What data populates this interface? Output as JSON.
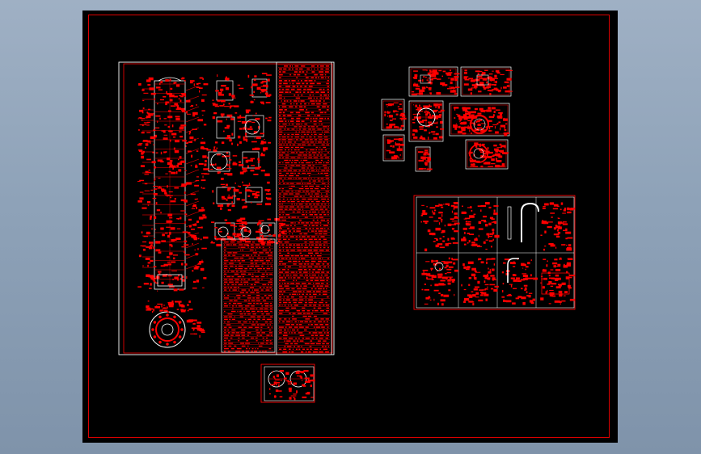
{
  "app": {
    "view": "cad-drawing-viewport",
    "background_gradient": [
      "#9fb0c4",
      "#7f93aa"
    ]
  },
  "sheet": {
    "paper_color": "#000000",
    "line_color": "#ff0000",
    "frame_color": "#dd0000",
    "white_line_color": "#ffffff"
  },
  "drawings": [
    {
      "id": "main-assembly",
      "description_icon": "column-assembly-icon"
    },
    {
      "id": "detail-cluster-top",
      "description_icon": "detail-sheet-icon"
    },
    {
      "id": "detail-grid-sheet",
      "description_icon": "detail-grid-icon"
    },
    {
      "id": "small-flange-sheet",
      "description_icon": "flange-sheet-icon"
    }
  ]
}
